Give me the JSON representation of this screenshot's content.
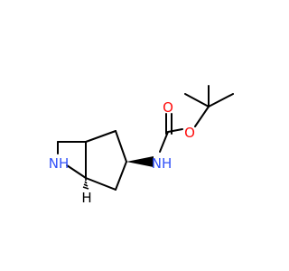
{
  "molecule": {
    "atoms": {
      "oxygen_carbonyl": {
        "label": "O",
        "color": "#ff0d0d"
      },
      "oxygen_ester": {
        "label": "O",
        "color": "#ff0d0d"
      },
      "nitrogen_carbamate": {
        "label": "NH",
        "color": "#3050f8"
      },
      "nitrogen_azetidine": {
        "label": "NH",
        "color": "#3050f8"
      },
      "stereo_hydrogen": {
        "label": "H",
        "color": "#000000"
      }
    },
    "bond_color": "#000000"
  }
}
